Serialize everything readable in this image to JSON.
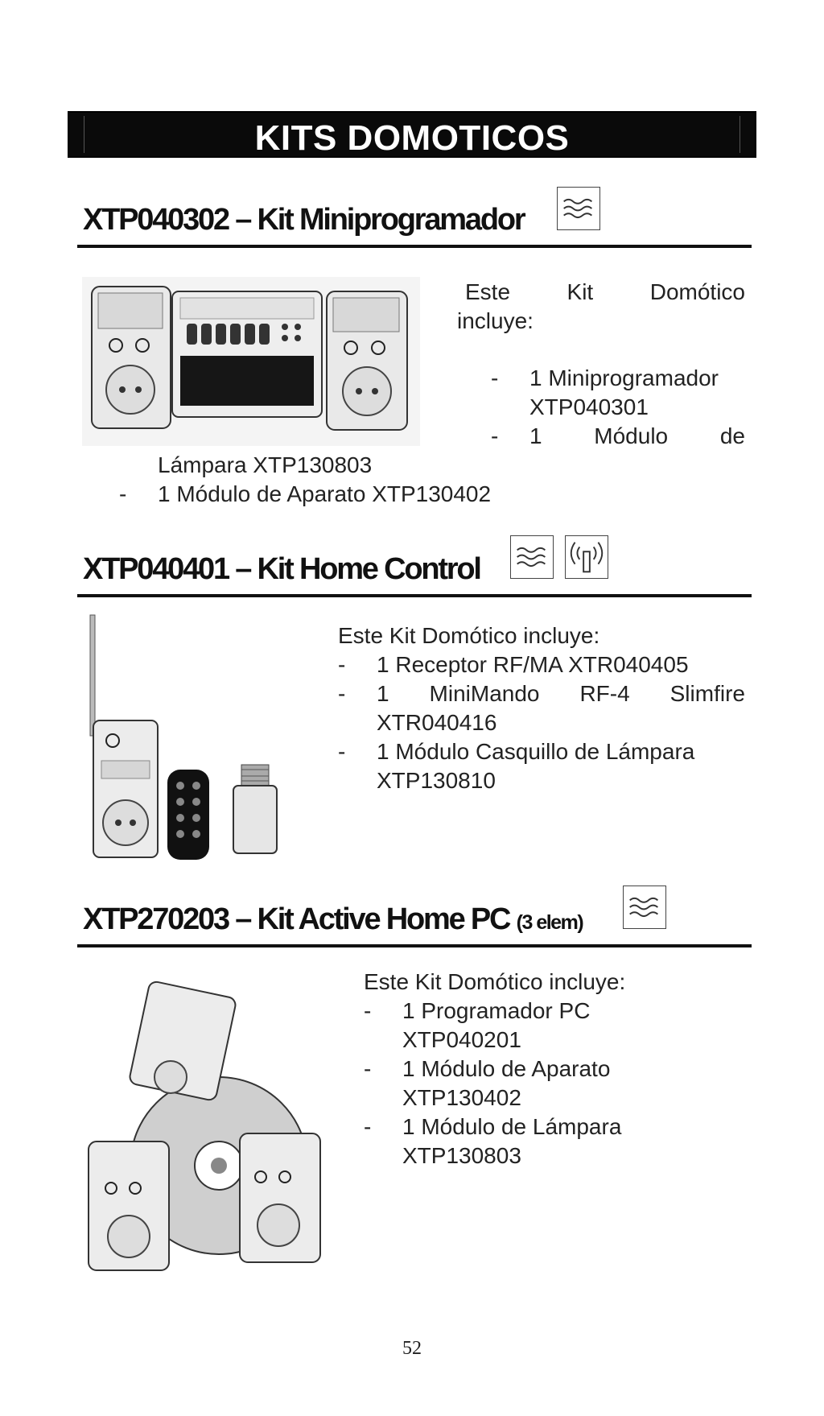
{
  "header": {
    "title": "KITS DOMOTICOS"
  },
  "kits": [
    {
      "title": "XTP040302 – Kit Miniprogramador",
      "icons": [
        "powerline-icon"
      ],
      "intro": [
        "Este",
        "Kit",
        "Domótico",
        "incluye:"
      ],
      "items": [
        {
          "dash": "-",
          "lines": [
            "1 Miniprogramador",
            "XTP040301"
          ]
        },
        {
          "dash": "-",
          "lines": [
            "1",
            "Módulo",
            "de",
            "Lámpara XTP130803"
          ]
        },
        {
          "dash": "-",
          "lines": [
            "1 Módulo de Aparato XTP130402"
          ]
        }
      ]
    },
    {
      "title": "XTP040401 – Kit Home Control",
      "icons": [
        "powerline-icon",
        "radio-frequency-icon"
      ],
      "intro": "Este Kit Domótico incluye:",
      "items": [
        {
          "dash": "-",
          "lines": [
            "1 Receptor RF/MA XTR040405"
          ]
        },
        {
          "dash": "-",
          "lines": [
            "1 MiniMando RF-4 Slimfire",
            "XTR040416"
          ]
        },
        {
          "dash": "-",
          "lines": [
            "1 Módulo Casquillo de Lámpara",
            "XTP130810"
          ]
        }
      ]
    },
    {
      "title": "XTP270203 – Kit Active Home PC",
      "title_suffix": "(3 elem)",
      "icons": [
        "powerline-icon"
      ],
      "intro": "Este Kit Domótico incluye:",
      "items": [
        {
          "dash": "-",
          "lines": [
            "1 Programador PC",
            "XTP040201"
          ]
        },
        {
          "dash": "-",
          "lines": [
            "1 Módulo de Aparato",
            "XTP130402"
          ]
        },
        {
          "dash": "-",
          "lines": [
            "1 Módulo de Lámpara",
            "XTP130803"
          ]
        }
      ]
    }
  ],
  "footer": {
    "page_number": "52"
  }
}
